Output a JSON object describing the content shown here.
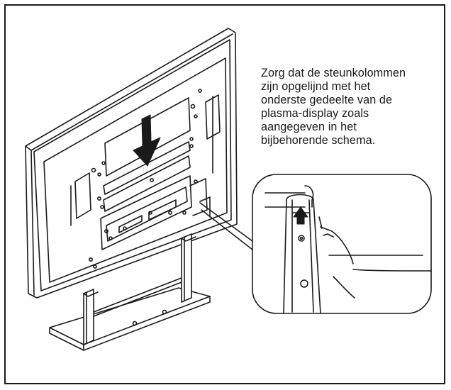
{
  "caption": {
    "lines": [
      "Zorg dat de steunkolommen",
      "zijn opgelijnd met het",
      "onderste gedeelte van de",
      "plasma-display zoals",
      "aangegeven in het",
      "bijbehorende schema."
    ]
  },
  "colors": {
    "ink": "#1a1a1a",
    "paper": "#ffffff"
  },
  "icons": {
    "main_arrow": "down-arrow-icon",
    "detail_arrow": "up-arrow-icon"
  }
}
